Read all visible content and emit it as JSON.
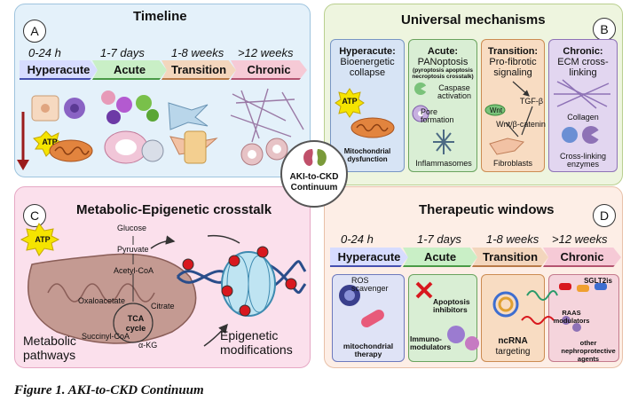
{
  "panelA": {
    "letter": "A",
    "title": "Timeline",
    "phases": [
      "0-24 h",
      "1-7 days",
      "1-8 weeks",
      ">12 weeks"
    ],
    "stages": [
      "Hyperacute",
      "Acute",
      "Transition",
      "Chronic"
    ],
    "atp": "ATP"
  },
  "panelB": {
    "letter": "B",
    "title": "Universal mechanisms",
    "hyperacute": {
      "heading": "Hyperacute:",
      "text": "Bioenergetic collapse",
      "atp": "ATP",
      "label": "Mitochondrial dysfunction"
    },
    "acute": {
      "heading": "Acute:",
      "text": "PANoptosis",
      "sub": "(pyroptosis apoptosis necroptosis crosstalk)",
      "caspase": "Caspase activation",
      "pore": "Pore formation",
      "inflammasomes": "Inflammasomes"
    },
    "transition": {
      "heading": "Transition:",
      "text": "Pro-fibrotic signaling",
      "tgf": "TGF-β",
      "wnt": "Wnt",
      "wntcat": "Wnt/β-catenin",
      "fibro": "Fibroblasts"
    },
    "chronic": {
      "heading": "Chronic:",
      "text": "ECM cross-linking",
      "collagen": "Collagen",
      "enzymes": "Cross-linking enzymes"
    }
  },
  "center": {
    "line1": "AKI-to-CKD",
    "line2": "Continuum"
  },
  "panelC": {
    "letter": "C",
    "title": "Metabolic-Epigenetic crosstalk",
    "atp": "ATP",
    "glucose": "Glucose",
    "pyruvate": "Pyruvate",
    "acetyl": "Acetyl-CoA",
    "oxalo": "Oxaloacetate",
    "citrate": "Citrate",
    "tca": "TCA cycle",
    "succinyl": "Succinyl-CoA",
    "akg": "α-KG",
    "metabolic": "Metabolic pathways",
    "epigenetic": "Epigenetic modifications"
  },
  "panelD": {
    "letter": "D",
    "title": "Therapeutic windows",
    "phases": [
      "0-24 h",
      "1-7 days",
      "1-8 weeks",
      ">12 weeks"
    ],
    "stages": [
      "Hyperacute",
      "Acute",
      "Transition",
      "Chronic"
    ],
    "ros": "ROS scavenger",
    "mito": "mitochondrial therapy",
    "apoptosis": "Apoptosis inhibitors",
    "immuno": "Immuno- modulators",
    "ncrna": "ncRNA",
    "targeting": "targeting",
    "sglt2": "SGLT2is",
    "raas": "RAAS modulators",
    "other": "other nephroprotective agents"
  },
  "caption": "Figure 1. AKI-to-CKD Continuum"
}
